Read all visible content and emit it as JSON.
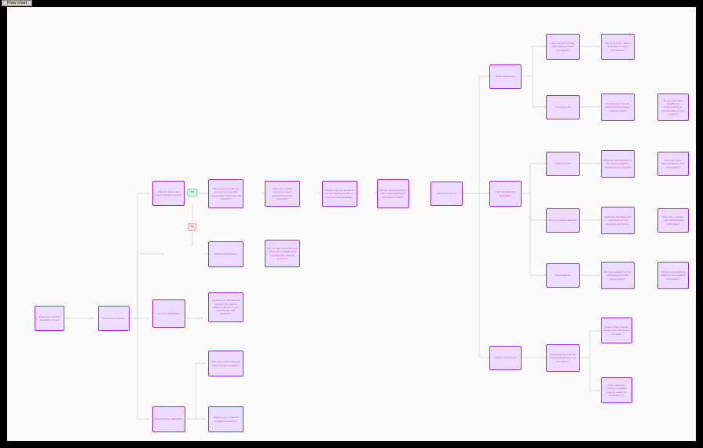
{
  "window": {
    "tab_label": "Flow chart"
  },
  "theme": {
    "canvas_bg": "#fafafa",
    "node_fill": "#f0deff",
    "node_border": "#a435e8",
    "node_text": "#b14ae8",
    "edge_color": "#cfcfcf",
    "yes_fill": "#d7f5e0",
    "yes_text": "#2a7a45",
    "no_fill": "#fbdede",
    "no_text": "#b33b3b"
  },
  "chart_data": {
    "type": "diagram",
    "title": "Employee Training Feedback Survey Flow chart",
    "orientation": "left-to-right",
    "nodes": [
      {
        "id": "n1",
        "label": "Employee Training Feedback Survey"
      },
      {
        "id": "n2",
        "label": "Introduction Section"
      },
      {
        "id": "n3",
        "label": "Did you attend the recent training program?"
      },
      {
        "id": "n4",
        "label": "How would you rate the overall structure and organization of the training sessions?"
      },
      {
        "id": "n5",
        "label": "Were the training objectives clearly communicated and achieved?"
      },
      {
        "id": "n6",
        "label": "Please rate the relevance of the training content to your job responsibilities."
      },
      {
        "id": "n7",
        "label": "Did the training enhance your understanding of the subject matter?"
      },
      {
        "id": "n8",
        "label": "Skill Assessment"
      },
      {
        "id": "n9",
        "label": "Sales department"
      },
      {
        "id": "n10",
        "label": "How has the training improved your sales techniques?"
      },
      {
        "id": "n11",
        "label": "Did you find the training beneficial for client interactions?"
      },
      {
        "id": "n12",
        "label": "IT department"
      },
      {
        "id": "n13",
        "label": "In what ways has the training enhanced your technical skills?"
      },
      {
        "id": "n14",
        "label": "Do you feel more confident in implementing the learned skills in your projects?"
      },
      {
        "id": "n15",
        "label": "Training Materials Evaluation"
      },
      {
        "id": "n16",
        "label": "Video Content"
      },
      {
        "id": "n17",
        "label": "Rate the effectiveness of the video content in delivering key concepts"
      },
      {
        "id": "n18",
        "label": "Were the video demonstrations clear and helpful?"
      },
      {
        "id": "n19",
        "label": "Documentation Materials"
      },
      {
        "id": "n20",
        "label": "Evaluate the clarity and usefulness of the provided documents."
      },
      {
        "id": "n21",
        "label": "Were the materials easy to follow and understand?"
      },
      {
        "id": "n22",
        "label": "Presentations"
      },
      {
        "id": "n23",
        "label": "Provide feedback on the effectiveness of the presentations."
      },
      {
        "id": "n24",
        "label": "Did the presentations enhance your learning experience?"
      },
      {
        "id": "n25",
        "label": "Trainer Assessment"
      },
      {
        "id": "n26",
        "label": "How would you rate the overall effectiveness of the trainer?"
      },
      {
        "id": "n27",
        "label": "Please share specific areas where the trainer excelled."
      },
      {
        "id": "n28",
        "label": "If you have any concerns, please specify areas for improvement."
      },
      {
        "id": "n29",
        "label": "Additional Comments"
      },
      {
        "id": "n30",
        "label": "Do you have any additional comments or suggestions regarding the training program?"
      },
      {
        "id": "n31",
        "label": "Overall Satisfaction"
      },
      {
        "id": "n32",
        "label": "Overall, how satisfied are you with the training program based on your experiences and feedback?"
      },
      {
        "id": "n33",
        "label": "Demographic Information"
      },
      {
        "id": "n34",
        "label": "How many years have you been with the company?"
      },
      {
        "id": "n35",
        "label": "What is your preferred method of learning?"
      }
    ],
    "edge_labels": [
      {
        "id": "e-yes",
        "label": "Yes"
      },
      {
        "id": "e-no",
        "label": "No"
      }
    ],
    "edges": [
      {
        "from": "n1",
        "to": "n2"
      },
      {
        "from": "n2",
        "to": "n3"
      },
      {
        "from": "n2",
        "to": "n29"
      },
      {
        "from": "n2",
        "to": "n31"
      },
      {
        "from": "n2",
        "to": "n33"
      },
      {
        "from": "n3",
        "to": "n4",
        "label": "Yes"
      },
      {
        "from": "n3",
        "to": "n29",
        "label": "No"
      },
      {
        "from": "n4",
        "to": "n5"
      },
      {
        "from": "n5",
        "to": "n6"
      },
      {
        "from": "n6",
        "to": "n7"
      },
      {
        "from": "n7",
        "to": "n8"
      },
      {
        "from": "n8",
        "to": "n9"
      },
      {
        "from": "n8",
        "to": "n15"
      },
      {
        "from": "n8",
        "to": "n25"
      },
      {
        "from": "n9",
        "to": "n10"
      },
      {
        "from": "n9",
        "to": "n12"
      },
      {
        "from": "n10",
        "to": "n11"
      },
      {
        "from": "n12",
        "to": "n13"
      },
      {
        "from": "n13",
        "to": "n14"
      },
      {
        "from": "n15",
        "to": "n16"
      },
      {
        "from": "n15",
        "to": "n19"
      },
      {
        "from": "n15",
        "to": "n22"
      },
      {
        "from": "n16",
        "to": "n17"
      },
      {
        "from": "n17",
        "to": "n18"
      },
      {
        "from": "n19",
        "to": "n20"
      },
      {
        "from": "n20",
        "to": "n21"
      },
      {
        "from": "n22",
        "to": "n23"
      },
      {
        "from": "n23",
        "to": "n24"
      },
      {
        "from": "n25",
        "to": "n26"
      },
      {
        "from": "n26",
        "to": "n27"
      },
      {
        "from": "n26",
        "to": "n28"
      },
      {
        "from": "n29",
        "to": "n30"
      },
      {
        "from": "n31",
        "to": "n32"
      },
      {
        "from": "n33",
        "to": "n34"
      },
      {
        "from": "n33",
        "to": "n35"
      }
    ]
  }
}
